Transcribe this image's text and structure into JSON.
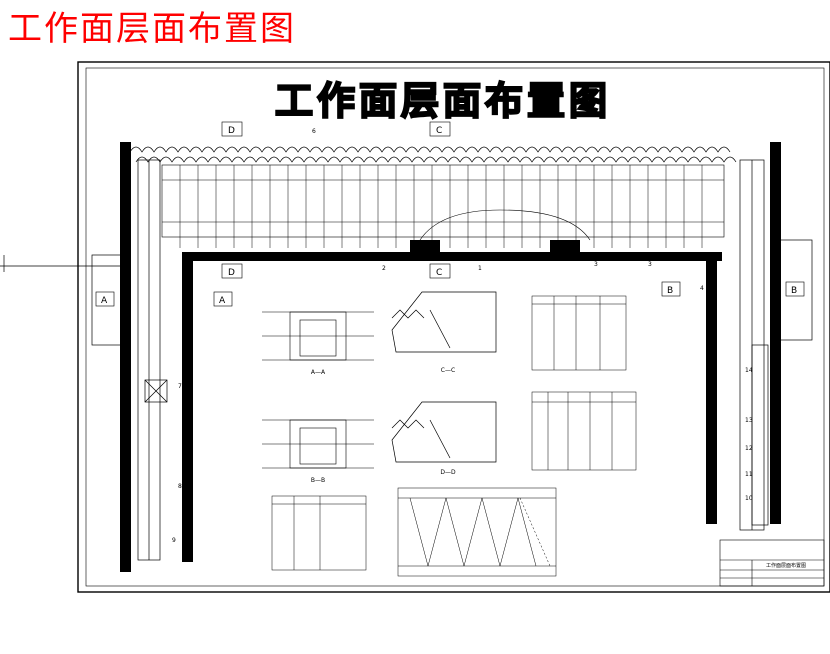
{
  "page": {
    "title": "工作面层面布置图",
    "drawing_title": "工作面层面布置图"
  },
  "colors": {
    "title_red": "#ff0000",
    "line": "#000000"
  },
  "section_labels": {
    "d_top": "D",
    "c_top": "C",
    "d_bottom": "D",
    "c_bottom": "C",
    "a_left": "A",
    "a_right": "A",
    "b_left": "B",
    "b_right": "B"
  },
  "callouts": [
    "1",
    "2",
    "3",
    "3",
    "4",
    "6",
    "7",
    "8",
    "9",
    "10",
    "11",
    "12",
    "13",
    "14"
  ],
  "section_captions": {
    "aa": "A—A",
    "bb": "B—B",
    "cc": "C—C",
    "dd": "D—D"
  },
  "title_block": {
    "drawing_name": "工作面层面布置图"
  }
}
